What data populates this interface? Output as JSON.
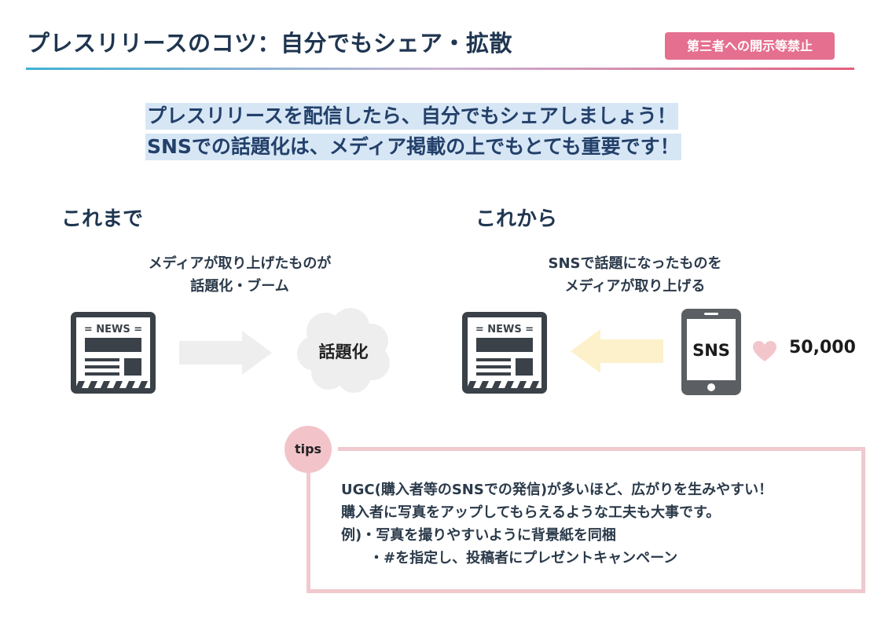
{
  "header": {
    "title": "プレスリリースのコツ：自分でもシェア・拡散",
    "confidential_badge": "第三者への開示等禁止"
  },
  "headline": {
    "line1": "プレスリリースを配信したら、自分でもシェアしましょう！",
    "line2": "SNSでの話題化は、メディア掲載の上でもとても重要です！"
  },
  "before": {
    "heading": "これまで",
    "desc_line1": "メディアが取り上げたものが",
    "desc_line2": "話題化・ブーム",
    "news_label": "= NEWS =",
    "cloud_label": "話題化"
  },
  "after": {
    "heading": "これから",
    "desc_line1": "SNSで話題になったものを",
    "desc_line2": "メディアが取り上げる",
    "news_label": "= NEWS =",
    "phone_label": "SNS",
    "likes_count": "50,000"
  },
  "tips": {
    "badge": "tips",
    "line1": "UGC(購入者等のSNSでの発信)が多いほど、広がりを生みやすい！",
    "line2": "購入者に写真をアップしてもらえるような工夫も大事です。",
    "line3": "例)・写真を撮りやすいように背景紙を同梱",
    "line4": "　　・#を指定し、投稿者にプレゼントキャンペーン"
  },
  "colors": {
    "title": "#1f3550",
    "badge_bg": "#e56f8f",
    "highlight_bg": "#d6e6f5",
    "icon_dark": "#3a4148",
    "arrow_gray": "#eeeeee",
    "arrow_yellow": "#fdf1cc",
    "heart": "#f3c6cc",
    "tips_border": "#f1c9cf"
  },
  "icons": [
    "newspaper-icon",
    "arrow-right-icon",
    "cloud-icon",
    "arrow-left-icon",
    "smartphone-icon",
    "heart-icon"
  ]
}
